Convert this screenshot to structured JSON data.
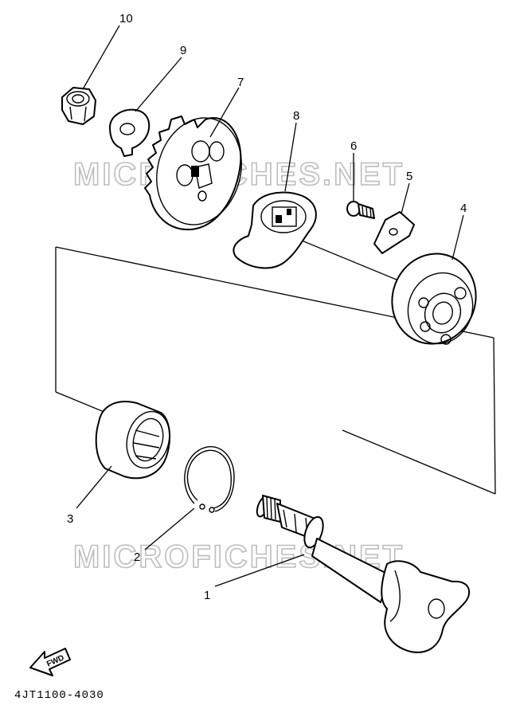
{
  "watermarks": [
    "MICROFICHES.NET",
    "MICROFICHES.NET"
  ],
  "callouts": [
    "10",
    "9",
    "7",
    "8",
    "6",
    "5",
    "4",
    "3",
    "2",
    "1"
  ],
  "fwd_label": "FWD",
  "diagram_code": "4JT1100-4030"
}
